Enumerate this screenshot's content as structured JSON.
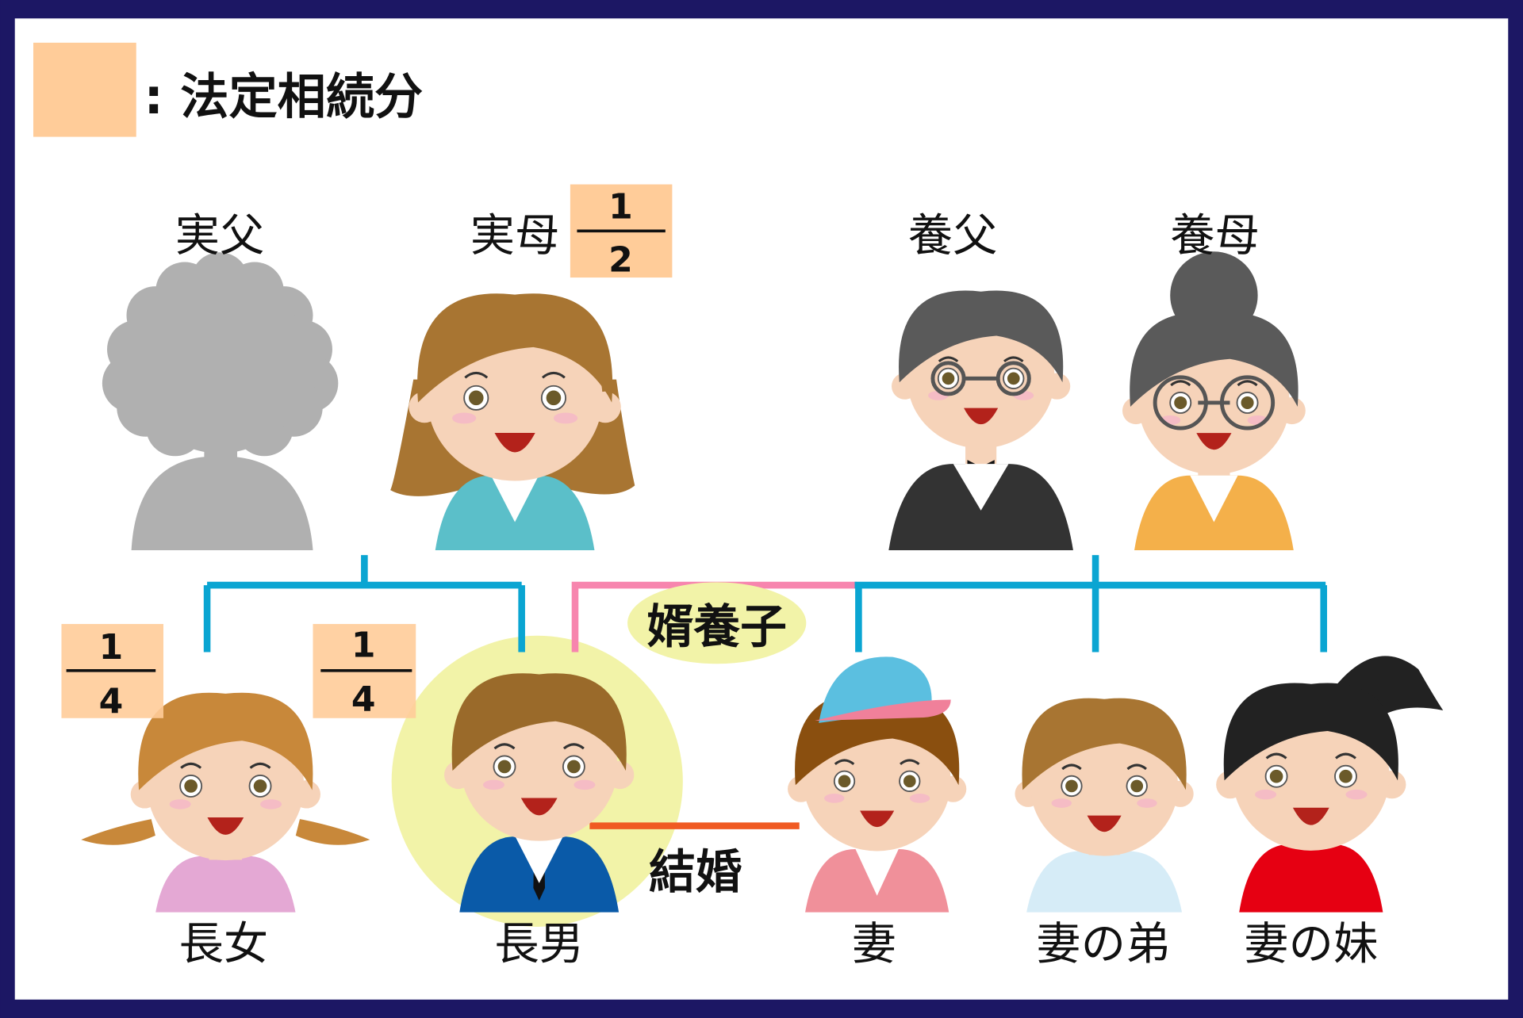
{
  "legend": {
    "label": ": 法定相続分",
    "color": "#ffcc99"
  },
  "parents": [
    {
      "label": "実父"
    },
    {
      "label": "実母",
      "share": {
        "numerator": "1",
        "denominator": "2"
      }
    },
    {
      "label": "養父"
    },
    {
      "label": "養母"
    }
  ],
  "children": [
    {
      "label": "長女",
      "share": {
        "numerator": "1",
        "denominator": "4"
      }
    },
    {
      "label": "長男",
      "share": {
        "numerator": "1",
        "denominator": "4"
      }
    },
    {
      "label": "妻"
    },
    {
      "label": "妻の弟"
    },
    {
      "label": "妻の妹"
    }
  ],
  "relations": {
    "adoption": "婿養子",
    "marriage": "結婚"
  },
  "colors": {
    "frame": "#1c1764",
    "blood_line": "#0aa5d2",
    "adoption_line": "#f785ae",
    "marriage_line": "#f05a22",
    "highlight": "#f2f3a8",
    "skin": "#f6d3b9"
  }
}
